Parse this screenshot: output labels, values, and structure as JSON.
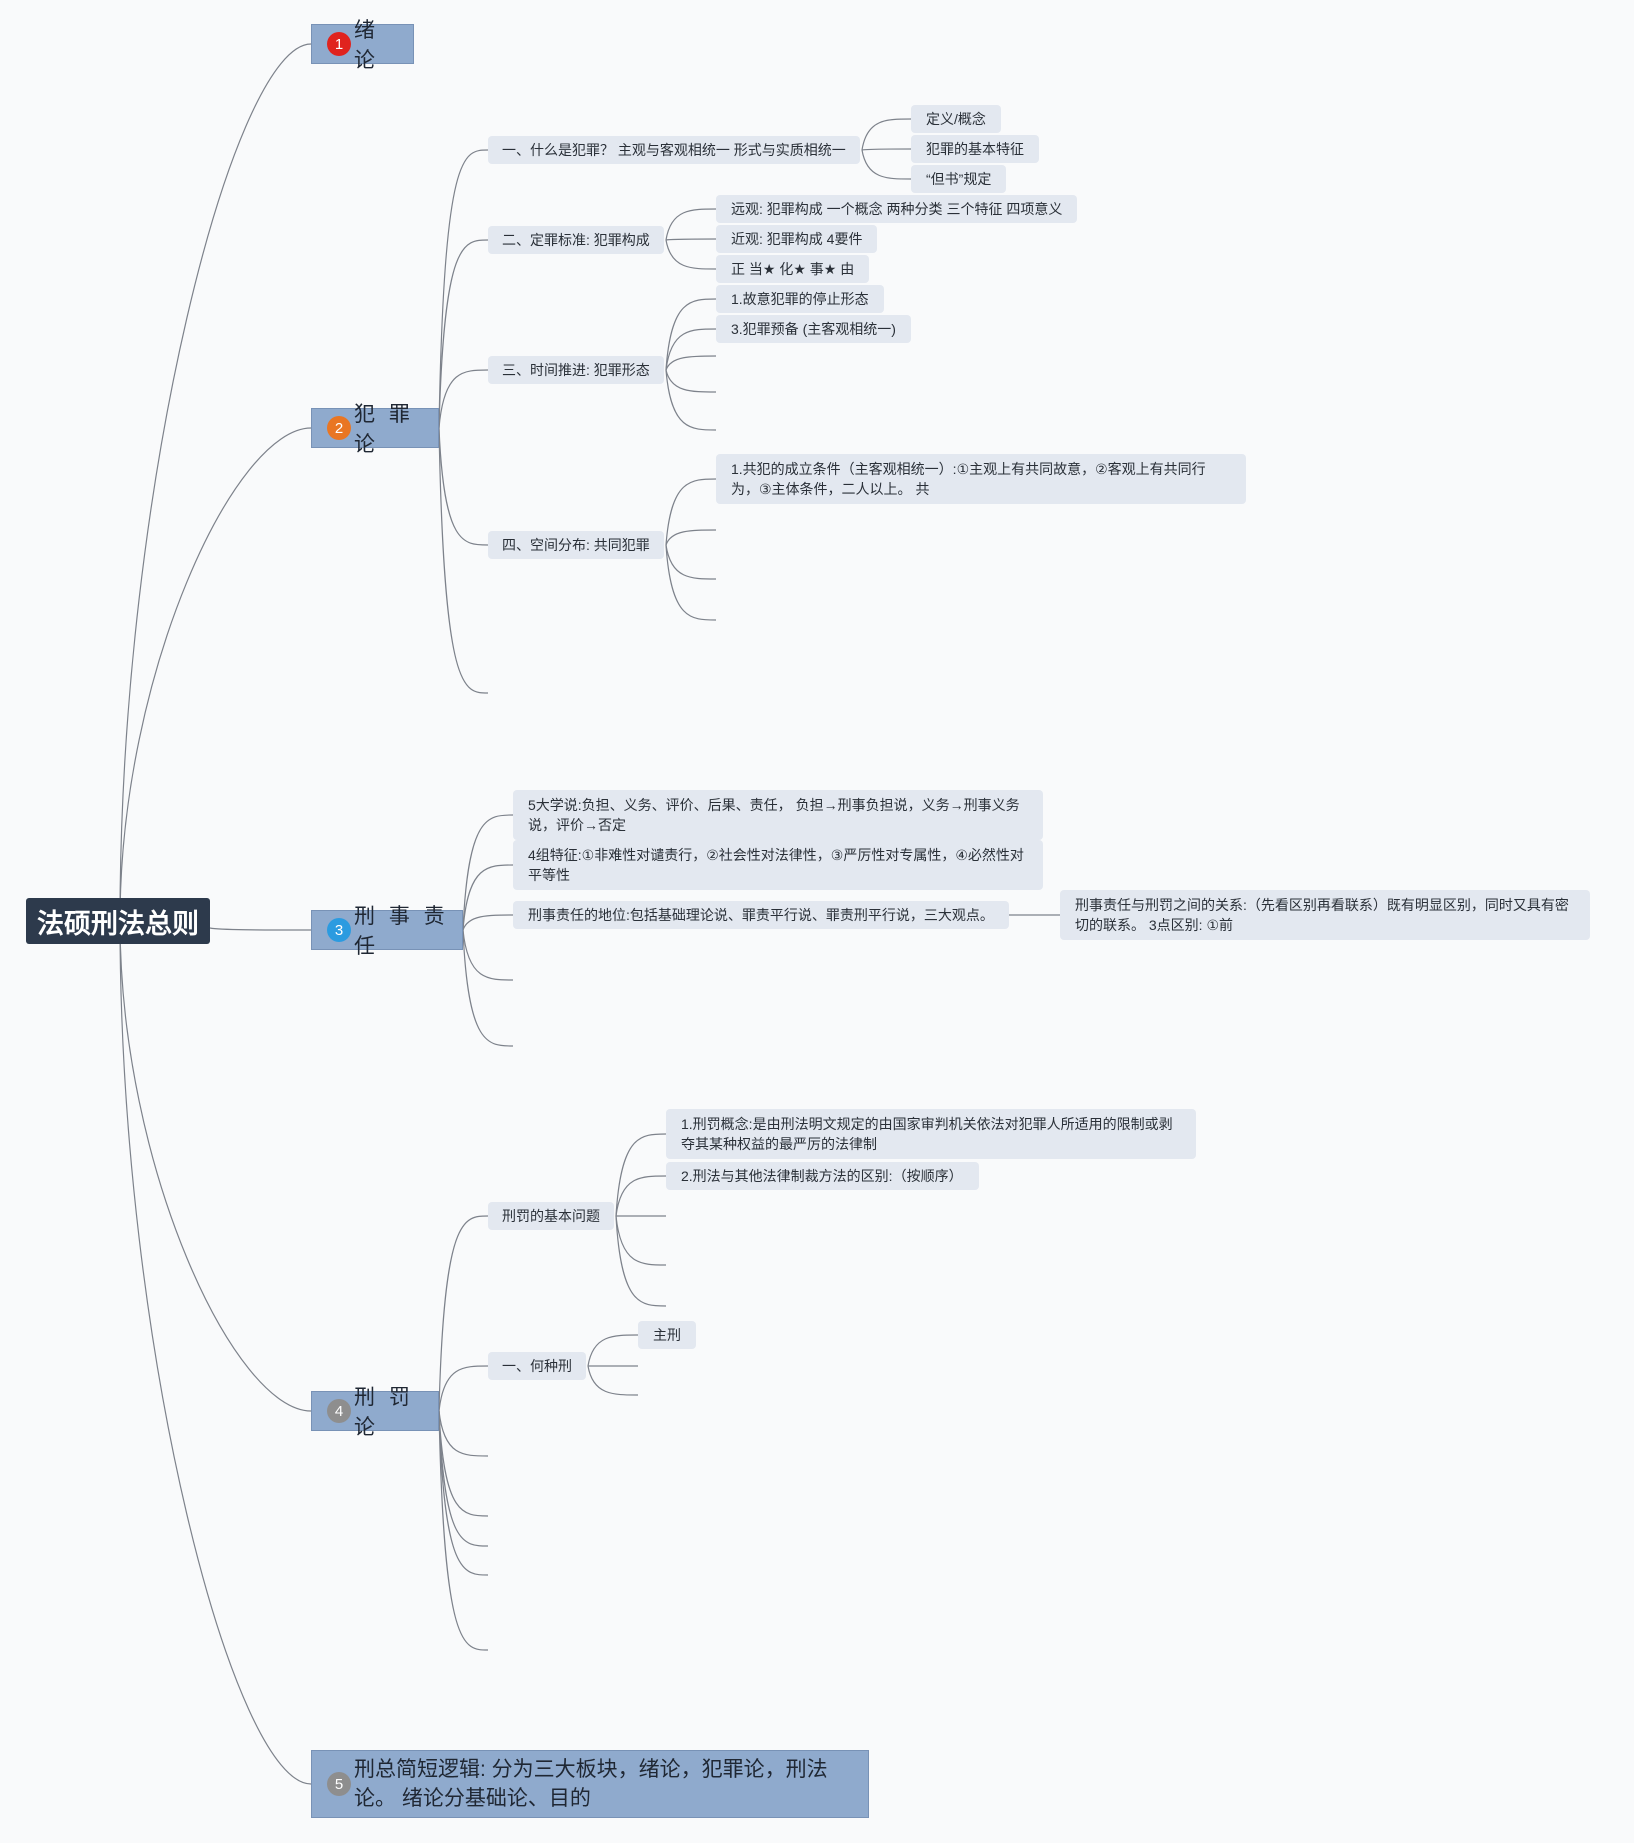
{
  "root": {
    "label": "法硕刑法总则"
  },
  "colors": {
    "root_bg": "#2d3a4c",
    "main_bg": "#8faacd",
    "sub_bg": "#e3e8f0",
    "link": "#7d828b",
    "badge_1": "#e0231e",
    "badge_2": "#e97623",
    "badge_3": "#2b9be0",
    "badge_4": "#8e8e8e",
    "badge_5": "#8e8e8e"
  },
  "branches": {
    "b1": {
      "badge": "1",
      "label": "绪 论"
    },
    "b2": {
      "badge": "2",
      "label": "犯 罪 论",
      "s1": {
        "label": "一、什么是犯罪？ 主观与客观相统一 形式与实质相统一",
        "leaves": [
          "定义/概念",
          "犯罪的基本特征",
          "“但书”规定"
        ]
      },
      "s2": {
        "label": "二、定罪标准: 犯罪构成",
        "leaves": [
          "远观: 犯罪构成 一个概念 两种分类 三个特征 四项意义",
          "近观: 犯罪构成 4要件",
          "正 当★ 化★ 事★ 由"
        ]
      },
      "s3": {
        "label": "三、时间推进: 犯罪形态",
        "leaves": [
          "1.故意犯罪的停止形态",
          "3.犯罪预备 (主客观相统一)"
        ]
      },
      "s4": {
        "label": "四、空间分布: 共同犯罪",
        "leaves": [
          "1.共犯的成立条件（主客观相统一）:①主观上有共同故意，②客观上有共同行为，③主体条件，二人以上。 共"
        ]
      }
    },
    "b3": {
      "badge": "3",
      "label": "刑 事 责 任",
      "leaves": [
        "5大学说:负担、义务、评价、后果、责任， 负担→刑事负担说，义务→刑事义务说，评价→否定",
        "4组特征:①非难性对谴责行，②社会性对法律性，③严厉性对专属性，④必然性对平等性",
        "刑事责任的地位:包括基础理论说、罪责平行说、罪责刑平行说，三大观点。"
      ],
      "side": "刑事责任与刑罚之间的关系:（先看区别再看联系）既有明显区别，同时又具有密切的联系。 3点区别: ①前"
    },
    "b4": {
      "badge": "4",
      "label": "刑 罚 论",
      "s1": {
        "label": "刑罚的基本问题",
        "leaves": [
          "1.刑罚概念:是由刑法明文规定的由国家审判机关依法对犯罪人所适用的限制或剥夺其某种权益的最严厉的法律制",
          "2.刑法与其他法律制裁方法的区别:（按顺序）"
        ]
      },
      "s2": {
        "label": "一、何种刑",
        "leaves": [
          "主刑"
        ]
      }
    },
    "b5": {
      "badge": "5",
      "label": "刑总简短逻辑: 分为三大板块，绪论，犯罪论，刑法论。 绪论分基础论、目的"
    }
  }
}
